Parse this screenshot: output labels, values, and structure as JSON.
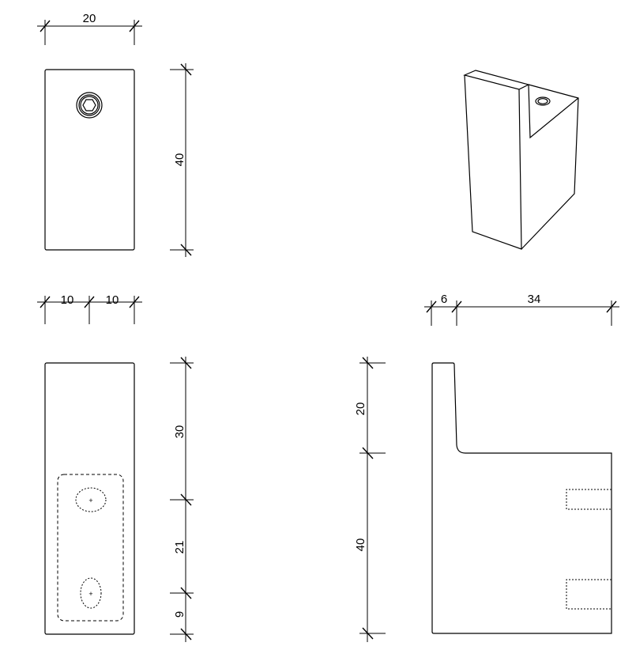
{
  "front_view": {
    "width_label": "20",
    "height_label": "40",
    "icon": "hex-bolt-icon"
  },
  "bottom_view": {
    "left_width_label": "10",
    "right_width_label": "10",
    "top_label": "30",
    "middle_label": "21",
    "bottom_label": "9"
  },
  "side_view": {
    "thickness_label": "6",
    "depth_label": "34",
    "upper_height_label": "20",
    "lower_height_label": "40"
  },
  "colors": {
    "line": "#000000",
    "background": "#ffffff"
  }
}
